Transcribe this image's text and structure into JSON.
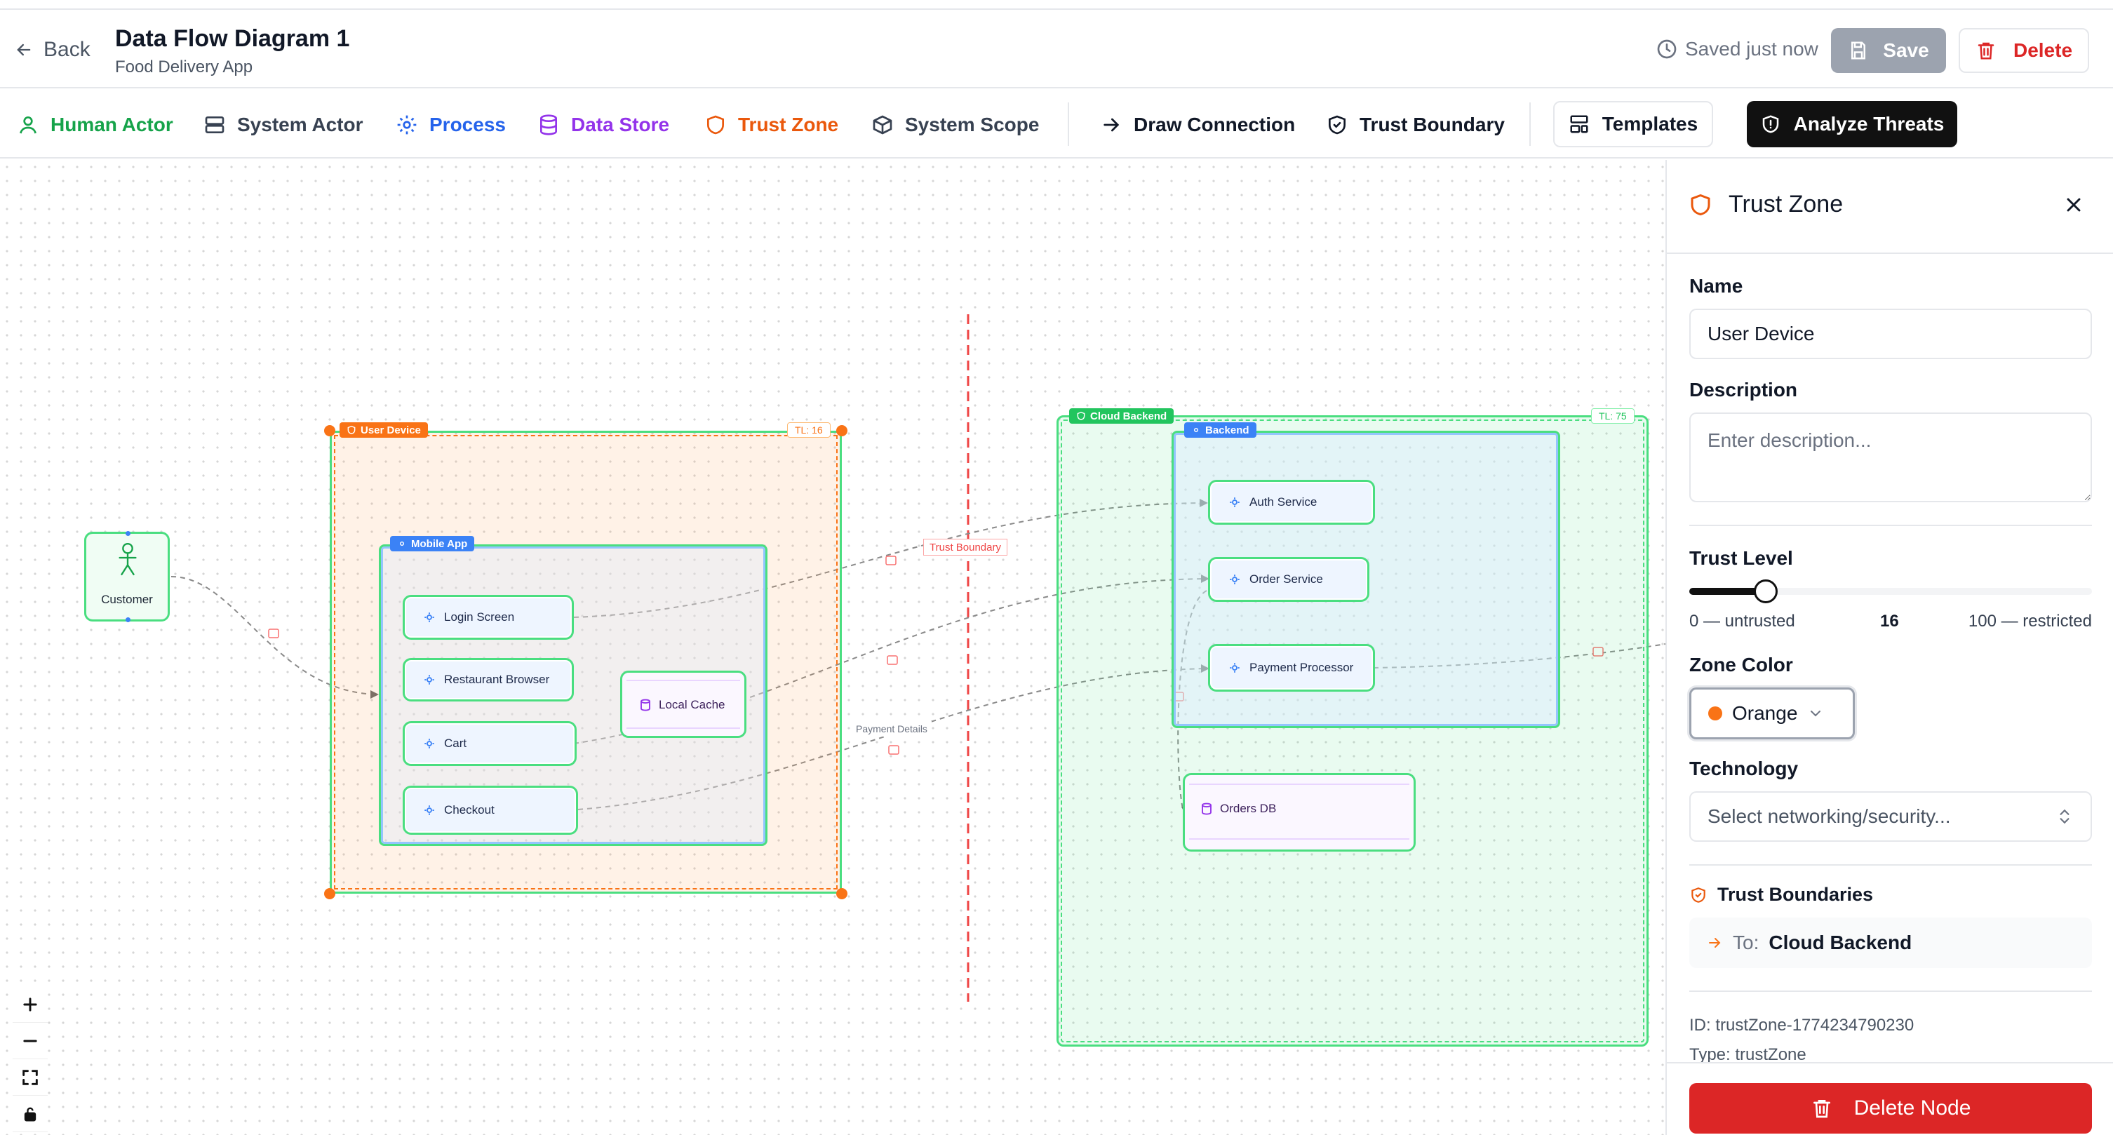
{
  "header": {
    "back_label": "Back",
    "title": "Data Flow Diagram 1",
    "subtitle": "Food Delivery App",
    "saved_status": "Saved just now",
    "save_label": "Save",
    "delete_label": "Delete"
  },
  "toolbar": {
    "human_actor": "Human Actor",
    "system_actor": "System Actor",
    "process": "Process",
    "data_store": "Data Store",
    "trust_zone": "Trust Zone",
    "system_scope": "System Scope",
    "draw_connection": "Draw Connection",
    "trust_boundary": "Trust Boundary",
    "templates": "Templates",
    "analyze_threats": "Analyze Threats"
  },
  "colors": {
    "human_actor": "#16a34a",
    "process": "#2563eb",
    "data_store": "#9333ea",
    "trust_zone": "#ea580c",
    "danger": "#dc2626",
    "zone_orange": "#f97316",
    "zone_green": "#22c55e",
    "scope_blue": "#3b82f6"
  },
  "diagram": {
    "actor_customer": "Customer",
    "zone_user_device": "User Device",
    "zone_user_device_tl": "TL: 16",
    "zone_cloud_backend": "Cloud Backend",
    "zone_cloud_backend_tl": "TL: 75",
    "scope_mobile_app": "Mobile App",
    "scope_backend": "Backend",
    "proc_login": "Login Screen",
    "proc_restaurant": "Restaurant Browser",
    "proc_cart": "Cart",
    "proc_checkout": "Checkout",
    "store_local_cache": "Local Cache",
    "proc_auth": "Auth Service",
    "proc_order": "Order Service",
    "proc_payment": "Payment Processor",
    "store_orders_db": "Orders DB",
    "edge_trust_boundary": "Trust Boundary",
    "edge_payment_details": "Payment Details"
  },
  "panel": {
    "title": "Trust Zone",
    "name_label": "Name",
    "name_value": "User Device",
    "description_label": "Description",
    "description_placeholder": "Enter description...",
    "trust_level_label": "Trust Level",
    "trust_level_value": 16,
    "trust_level_value_text": "16",
    "trust_level_min": "0 — untrusted",
    "trust_level_max": "100 — restricted",
    "zone_color_label": "Zone Color",
    "zone_color_value": "Orange",
    "technology_label": "Technology",
    "technology_placeholder": "Select networking/security...",
    "trust_boundaries_label": "Trust Boundaries",
    "boundary_to_prefix": "To:",
    "boundary_to_value": "Cloud Backend",
    "id_text": "ID: trustZone-1774234790230",
    "type_text": "Type: trustZone",
    "delete_node_label": "Delete Node"
  }
}
